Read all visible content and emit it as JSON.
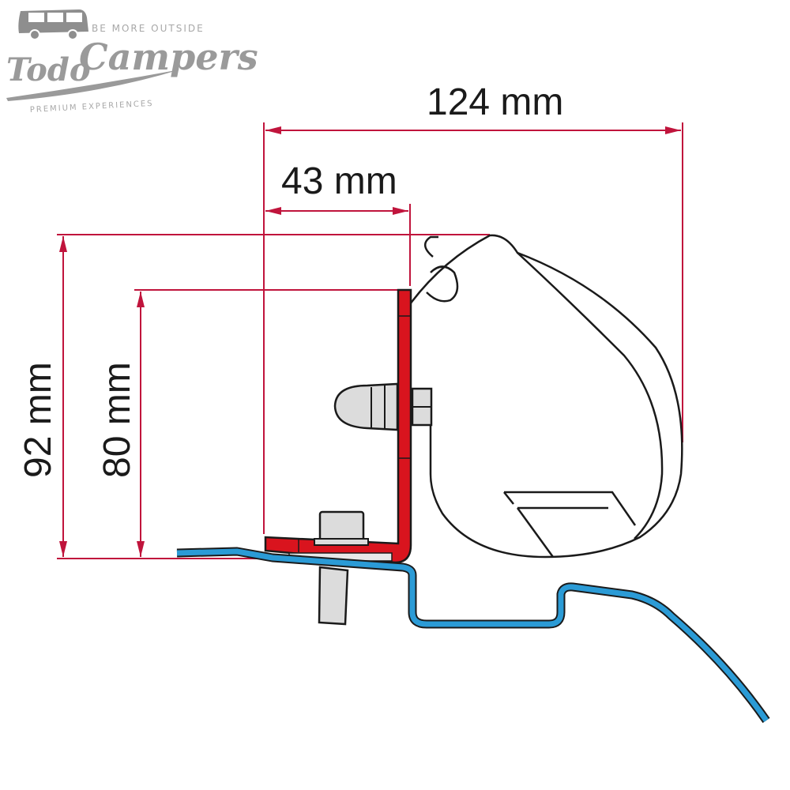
{
  "logo": {
    "tagline_top": "BE MORE OUTSIDE",
    "brand_word1": "Todo",
    "brand_word2": "Campers",
    "tagline_bottom": "PREMIUM EXPERIENCES",
    "color": "#9a9a9a"
  },
  "dimensions": {
    "width_total": "124 mm",
    "width_bracket": "43 mm",
    "height_total": "92 mm",
    "height_bracket": "80 mm"
  },
  "colors": {
    "dimension_line": "#c0143c",
    "bracket": "#d9141e",
    "vehicle_profile": "#2b9bd6",
    "hardware": "#dcdcdc",
    "outline": "#1a1a1a"
  },
  "components": {
    "awning_case": "awning-case",
    "bracket": "adapter-bracket",
    "roof_profile": "vehicle-roof-profile",
    "bolt": "mounting-bolt",
    "nut": "nut",
    "end_cap": "rubber-end-cap"
  }
}
